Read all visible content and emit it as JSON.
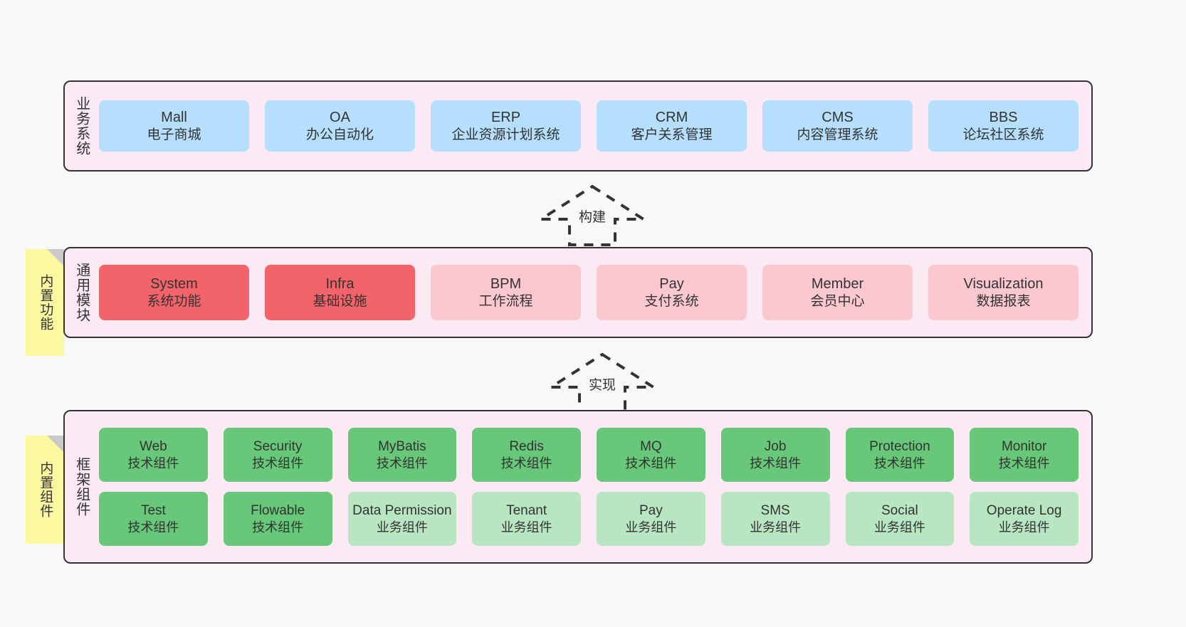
{
  "diagram": {
    "title": "",
    "colors": {
      "layer_background": "#fbeaf4",
      "layer_border": "#333333",
      "business_card": "#b5dffc",
      "module_core": "#f2646a",
      "module_optional": "#fbc8d0",
      "framework_tech": "#66c878",
      "framework_business": "#b9e6c2",
      "note": "#fcf8a0",
      "note_fold": "#c9c9c9",
      "canvas": "#f8f8f8"
    },
    "notes": [
      {
        "name": "builtin-features",
        "label": "内置功能"
      },
      {
        "name": "builtin-components",
        "label": "内置组件"
      }
    ],
    "arrows": [
      {
        "name": "build",
        "label": "构建",
        "style": "dashed-hollow-up"
      },
      {
        "name": "implement",
        "label": "实现",
        "style": "dashed-hollow-up"
      }
    ],
    "layers": [
      {
        "name": "business-system",
        "title": "业务系统",
        "rows": [
          {
            "cards": [
              {
                "en": "Mall",
                "cn": "电子商城",
                "variant": "c-blue"
              },
              {
                "en": "OA",
                "cn": "办公自动化",
                "variant": "c-blue"
              },
              {
                "en": "ERP",
                "cn": "企业资源计划系统",
                "variant": "c-blue"
              },
              {
                "en": "CRM",
                "cn": "客户关系管理",
                "variant": "c-blue"
              },
              {
                "en": "CMS",
                "cn": "内容管理系统",
                "variant": "c-blue"
              },
              {
                "en": "BBS",
                "cn": "论坛社区系统",
                "variant": "c-blue"
              }
            ]
          }
        ]
      },
      {
        "name": "common-modules",
        "title": "通用模块",
        "rows": [
          {
            "cards": [
              {
                "en": "System",
                "cn": "系统功能",
                "variant": "c-red"
              },
              {
                "en": "Infra",
                "cn": "基础设施",
                "variant": "c-red"
              },
              {
                "en": "BPM",
                "cn": "工作流程",
                "variant": "c-pink"
              },
              {
                "en": "Pay",
                "cn": "支付系统",
                "variant": "c-pink"
              },
              {
                "en": "Member",
                "cn": "会员中心",
                "variant": "c-pink"
              },
              {
                "en": "Visualization",
                "cn": "数据报表",
                "variant": "c-pink"
              }
            ]
          }
        ]
      },
      {
        "name": "framework-components",
        "title": "框架组件",
        "rows": [
          {
            "cards": [
              {
                "en": "Web",
                "cn": "技术组件",
                "variant": "c-green"
              },
              {
                "en": "Security",
                "cn": "技术组件",
                "variant": "c-green"
              },
              {
                "en": "MyBatis",
                "cn": "技术组件",
                "variant": "c-green"
              },
              {
                "en": "Redis",
                "cn": "技术组件",
                "variant": "c-green"
              },
              {
                "en": "MQ",
                "cn": "技术组件",
                "variant": "c-green"
              },
              {
                "en": "Job",
                "cn": "技术组件",
                "variant": "c-green"
              },
              {
                "en": "Protection",
                "cn": "技术组件",
                "variant": "c-green"
              },
              {
                "en": "Monitor",
                "cn": "技术组件",
                "variant": "c-green"
              }
            ]
          },
          {
            "cards": [
              {
                "en": "Test",
                "cn": "技术组件",
                "variant": "c-green"
              },
              {
                "en": "Flowable",
                "cn": "技术组件",
                "variant": "c-green"
              },
              {
                "en": "Data Permission",
                "cn": "业务组件",
                "variant": "c-lightgreen"
              },
              {
                "en": "Tenant",
                "cn": "业务组件",
                "variant": "c-lightgreen"
              },
              {
                "en": "Pay",
                "cn": "业务组件",
                "variant": "c-lightgreen"
              },
              {
                "en": "SMS",
                "cn": "业务组件",
                "variant": "c-lightgreen"
              },
              {
                "en": "Social",
                "cn": "业务组件",
                "variant": "c-lightgreen"
              },
              {
                "en": "Operate Log",
                "cn": "业务组件",
                "variant": "c-lightgreen"
              }
            ]
          }
        ]
      }
    ]
  }
}
